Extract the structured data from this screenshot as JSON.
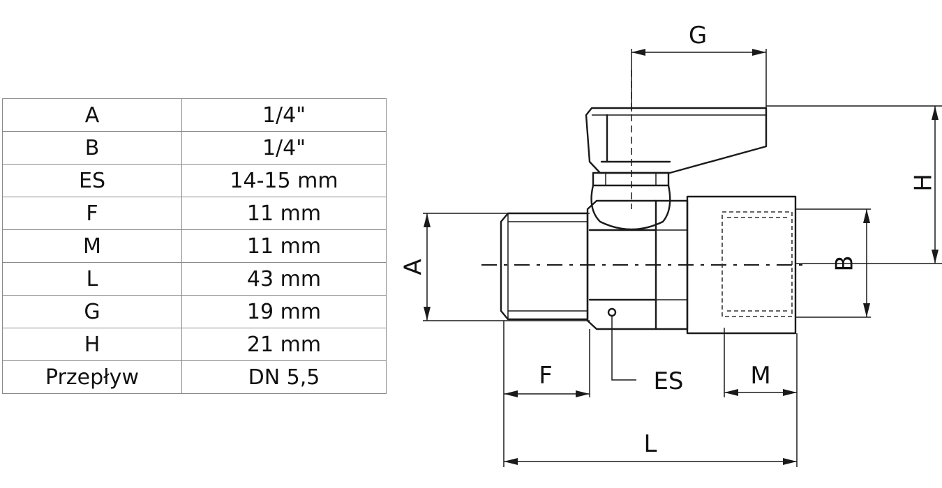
{
  "spec_table": [
    {
      "param": "A",
      "value": "1/4\""
    },
    {
      "param": "B",
      "value": "1/4\""
    },
    {
      "param": "ES",
      "value": "14-15 mm"
    },
    {
      "param": "F",
      "value": "11 mm"
    },
    {
      "param": "M",
      "value": "11 mm"
    },
    {
      "param": "L",
      "value": "43 mm"
    },
    {
      "param": "G",
      "value": "19 mm"
    },
    {
      "param": "H",
      "value": "21 mm"
    },
    {
      "param": "Przepływ",
      "value": "DN 5,5"
    }
  ],
  "drawing_labels": {
    "G": "G",
    "H": "H",
    "A": "A",
    "B": "B",
    "F": "F",
    "ES": "ES",
    "M": "M",
    "L": "L"
  }
}
